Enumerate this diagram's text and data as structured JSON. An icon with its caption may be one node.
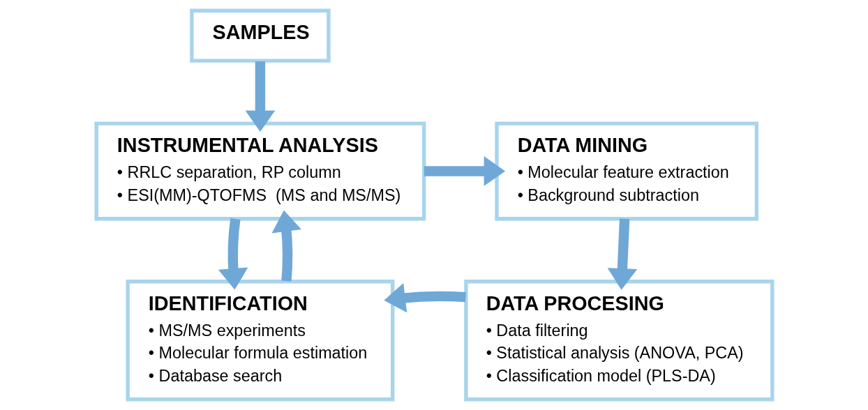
{
  "diagram": {
    "nodes": [
      {
        "text": [
          "SAMPLES"
        ]
      },
      {
        "text": [
          "INSTRUMENTAL ANALYSIS",
          "• RRLC separation, RP column",
          "• ESI(MM)-QTOFMS  (MS and MS/MS)"
        ]
      },
      {
        "text": [
          "DATA MINING",
          "• Molecular feature extraction",
          "• Background subtraction"
        ]
      },
      {
        "text": [
          "DATA PROCESING",
          "• Data filtering",
          "• Statistical analysis (ANOVA, PCA)",
          "• Classification model (PLS-DA)"
        ]
      },
      {
        "text": [
          "IDENTIFICATION",
          "• MS/MS experiments",
          "• Molecular formula estimation",
          "• Database search"
        ]
      }
    ],
    "edges": [
      {
        "from": 0,
        "to": 1,
        "arrow": "to"
      },
      {
        "from": 1,
        "to": 2,
        "arrow": "to"
      },
      {
        "from": 2,
        "to": 3,
        "arrow": "to"
      },
      {
        "from": 3,
        "to": 4,
        "arrow": "to"
      },
      {
        "from": 1,
        "to": 4,
        "arrow": "to"
      },
      {
        "from": 4,
        "to": 1,
        "arrow": "to"
      }
    ]
  }
}
